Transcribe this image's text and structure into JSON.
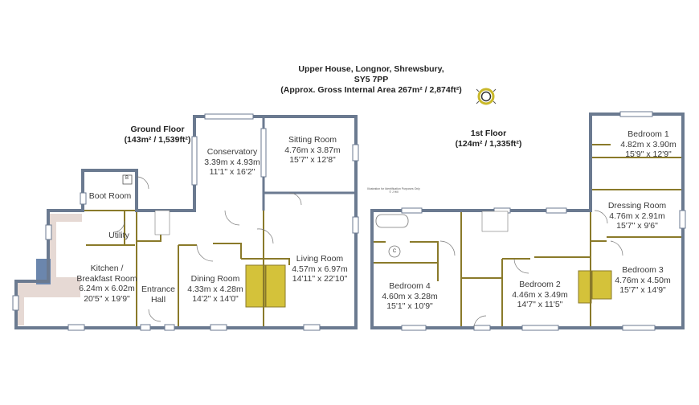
{
  "title": {
    "line1": "Upper House, Longnor, Shrewsbury,",
    "line2": "SY5 7PP",
    "line3": "(Approx. Gross Internal Area 267m² / 2,874ft²)"
  },
  "disclaimer": {
    "line1": "Illustration for Identification Purposes Only",
    "line2": "© J Hill"
  },
  "compass_icon": "compass-rose",
  "colors": {
    "outer_wall": "#6b7a90",
    "inner_wall": "#8a7a2a",
    "stairs": "#d4c23a",
    "kitchen": "#e6d9d4",
    "chimney": "#6b86ad"
  },
  "ground_floor": {
    "label": "Ground Floor",
    "area": "(143m² / 1,539ft²)",
    "rooms": [
      {
        "name": "Conservatory",
        "metric": "3.39m x 4.93m",
        "imperial": "11'1\" x 16'2\""
      },
      {
        "name": "Sitting Room",
        "metric": "4.76m x 3.87m",
        "imperial": "15'7\" x 12'8\""
      },
      {
        "name": "Boot Room"
      },
      {
        "name": "Utility"
      },
      {
        "name": "Kitchen /",
        "name2": "Breakfast Room",
        "metric": "6.24m x 6.02m",
        "imperial": "20'5\" x 19'9\""
      },
      {
        "name": "Entrance",
        "name2": "Hall"
      },
      {
        "name": "Dining Room",
        "metric": "4.33m x 4.28m",
        "imperial": "14'2\" x 14'0\""
      },
      {
        "name": "Living Room",
        "metric": "4.57m x 6.97m",
        "imperial": "14'11\" x 22'10\""
      }
    ],
    "boiler_label": "B"
  },
  "first_floor": {
    "label": "1st Floor",
    "area": "(124m² / 1,335ft²)",
    "rooms": [
      {
        "name": "Bedroom 1",
        "metric": "4.82m x 3.90m",
        "imperial": "15'9\" x 12'9\""
      },
      {
        "name": "Dressing Room",
        "metric": "4.76m x 2.91m",
        "imperial": "15'7\" x 9'6\""
      },
      {
        "name": "Bedroom 3",
        "metric": "4.76m x 4.50m",
        "imperial": "15'7\" x 14'9\""
      },
      {
        "name": "Bedroom 2",
        "metric": "4.46m x 3.49m",
        "imperial": "14'7\" x 11'5\""
      },
      {
        "name": "Bedroom 4",
        "metric": "4.60m x 3.28m",
        "imperial": "15'1\" x 10'9\""
      }
    ],
    "cylinder_label": "C"
  }
}
